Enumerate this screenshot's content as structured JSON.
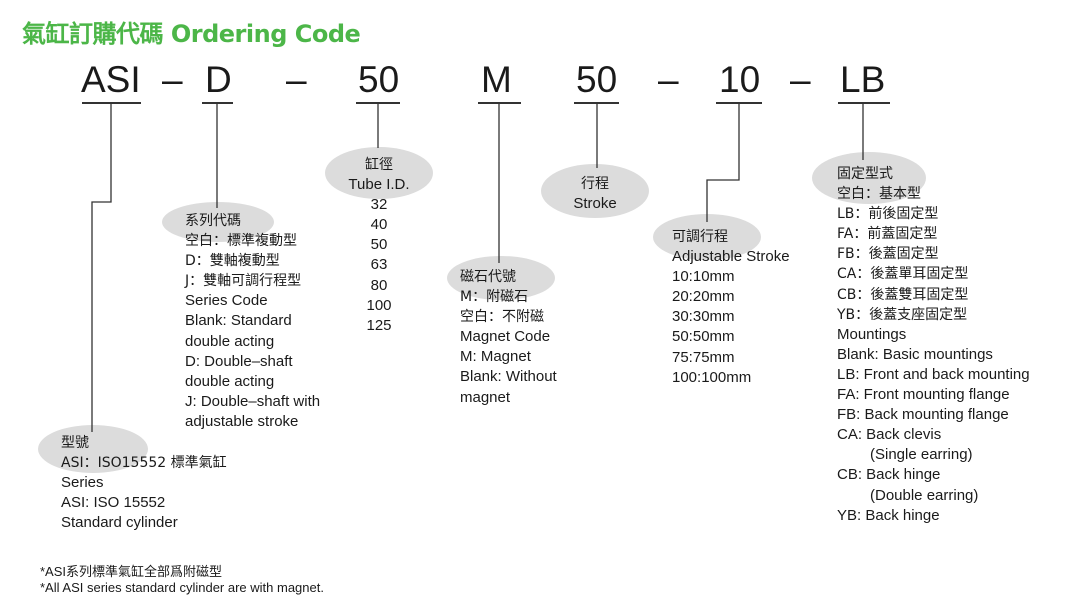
{
  "title": "氣缸訂購代碼 Ordering Code",
  "colors": {
    "title": "#4cb648",
    "ellipse": "#dcdcdc"
  },
  "code": {
    "series": "ASI",
    "dash1": "–",
    "type": "D",
    "dash2": "–",
    "bore": "50",
    "magnet": "M",
    "stroke": "50",
    "dash3": "–",
    "adj": "10",
    "dash4": "–",
    "mount": "LB"
  },
  "series_block": {
    "heading": "型號",
    "lines": [
      "ASI：ISO15552 標準氣缸",
      "Series",
      "ASI: ISO 15552",
      "Standard cylinder"
    ]
  },
  "type_block": {
    "heading": "系列代碼",
    "lines": [
      "空白：標準複動型",
      "D：雙軸複動型",
      "J：雙軸可調行程型",
      "Series Code",
      "Blank: Standard",
      "double acting",
      "D: Double–shaft",
      "double acting",
      "J: Double–shaft with",
      "adjustable stroke"
    ]
  },
  "bore_block": {
    "heading_cn": "缸徑",
    "heading_en": "Tube I.D.",
    "values": [
      "32",
      "40",
      "50",
      "63",
      "80",
      "100",
      "125"
    ]
  },
  "magnet_block": {
    "heading": "磁石代號",
    "lines": [
      "M：附磁石",
      "空白：不附磁",
      "Magnet Code",
      "M: Magnet",
      "Blank: Without",
      "magnet"
    ]
  },
  "stroke_block": {
    "heading_cn": "行程",
    "heading_en": "Stroke"
  },
  "adj_block": {
    "heading": "可調行程",
    "lines": [
      "Adjustable Stroke",
      "10:10mm",
      "20:20mm",
      "30:30mm",
      "50:50mm",
      "75:75mm",
      "100:100mm"
    ]
  },
  "mount_block": {
    "heading": "固定型式",
    "lines": [
      "空白：基本型",
      "LB：前後固定型",
      "FA：前蓋固定型",
      "FB：後蓋固定型",
      "CA：後蓋單耳固定型",
      "CB：後蓋雙耳固定型",
      "YB：後蓋支座固定型",
      "Mountings",
      "Blank: Basic mountings",
      "LB: Front and back mounting",
      "FA: Front mounting flange",
      "FB: Back mounting flange",
      "CA: Back clevis",
      "(Single earring)",
      "CB: Back hinge",
      "(Double earring)",
      "YB: Back hinge"
    ]
  },
  "notes": [
    "*ASI系列標準氣缸全部爲附磁型",
    "*All ASI series standard cylinder are with magnet."
  ]
}
